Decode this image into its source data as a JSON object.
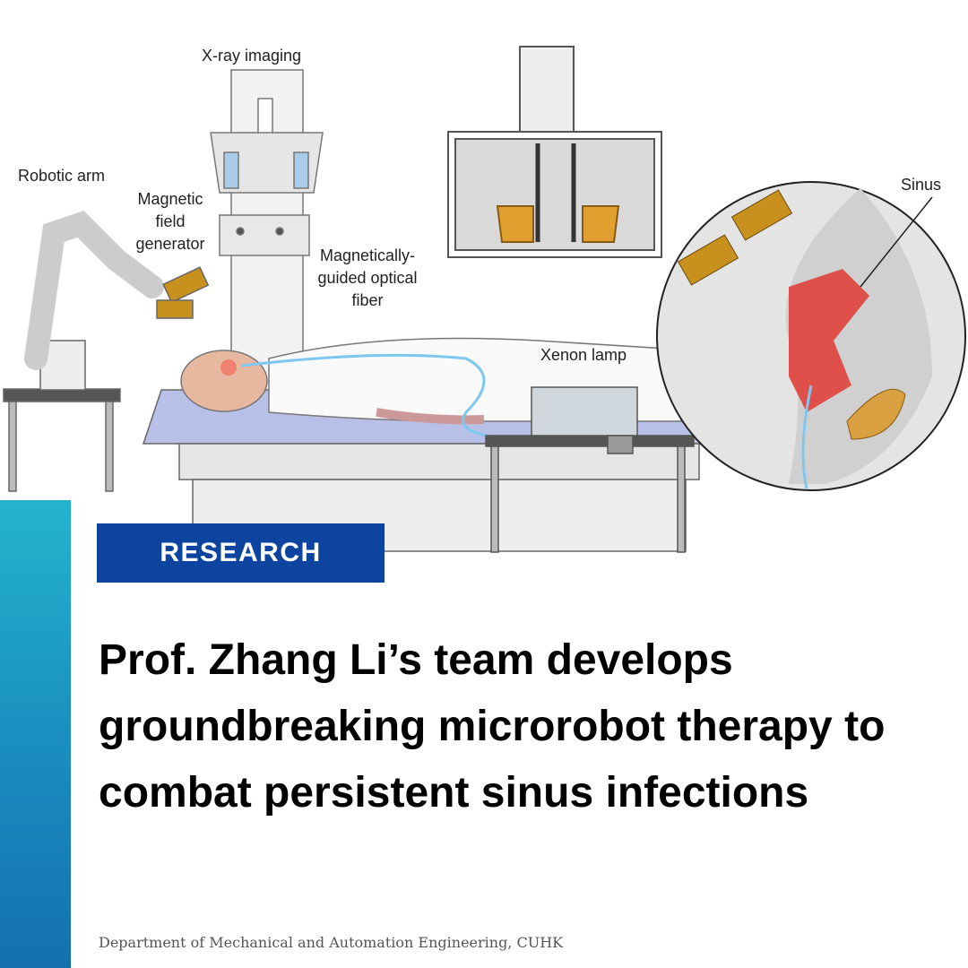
{
  "illustration": {
    "labels": {
      "xray": "X-ray imaging",
      "robotic_arm": "Robotic arm",
      "magnetic_field_generator": [
        "Magnetic",
        "field",
        "generator"
      ],
      "optical_fiber": [
        "Magnetically-",
        "guided optical",
        "fiber"
      ],
      "xenon_lamp": "Xenon lamp",
      "sinus": "Sinus"
    }
  },
  "category_badge": "RESEARCH",
  "headline": "Prof. Zhang Li’s team develops groundbreaking microrobot therapy to combat persistent sinus infections",
  "footer": "Department of Mechanical and Automation Engineering, CUHK",
  "colors": {
    "badge": "#0c44a0",
    "sidebar_top": "#23b4cc",
    "sidebar_bottom": "#1470b0"
  }
}
